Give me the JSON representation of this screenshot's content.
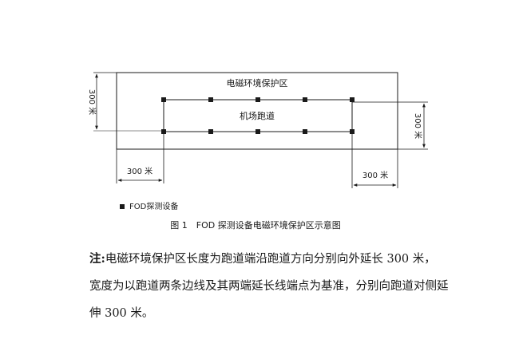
{
  "diagram": {
    "zone_label": "电磁环境保护区",
    "runway_label": "机场跑道",
    "dim_left_vertical": "300 米",
    "dim_right_vertical": "300 米",
    "dim_left_horizontal": "300 米",
    "dim_right_horizontal": "300 米",
    "legend_label": "FOD探测设备",
    "device_count": 10,
    "stroke_color": "#1a1a1a"
  },
  "caption": "图 1　FOD 探测设备电磁环境保护区示意图",
  "note": {
    "label": "注:",
    "line1": "电磁环境保护区长度为跑道端沿跑道方向分别向外延长 300 米，",
    "line2": "宽度为以跑道两条边线及其两端延长线端点为基准，分别向跑道对侧延",
    "line3": "伸 300 米。"
  }
}
